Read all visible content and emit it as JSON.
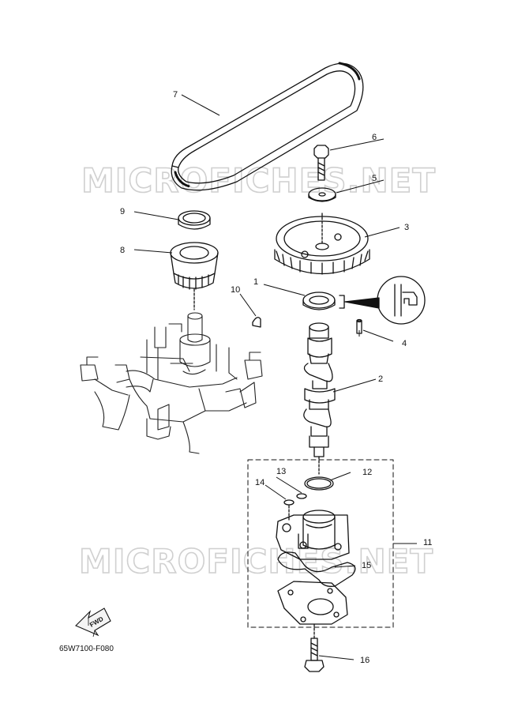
{
  "watermark_text": "MICROFICHES.NET",
  "drawing_code": "65W7100-F080",
  "fwd_label": "FWD",
  "callouts": [
    "1",
    "2",
    "3",
    "4",
    "5",
    "6",
    "7",
    "8",
    "9",
    "10",
    "11",
    "12",
    "13",
    "14",
    "15",
    "16"
  ]
}
